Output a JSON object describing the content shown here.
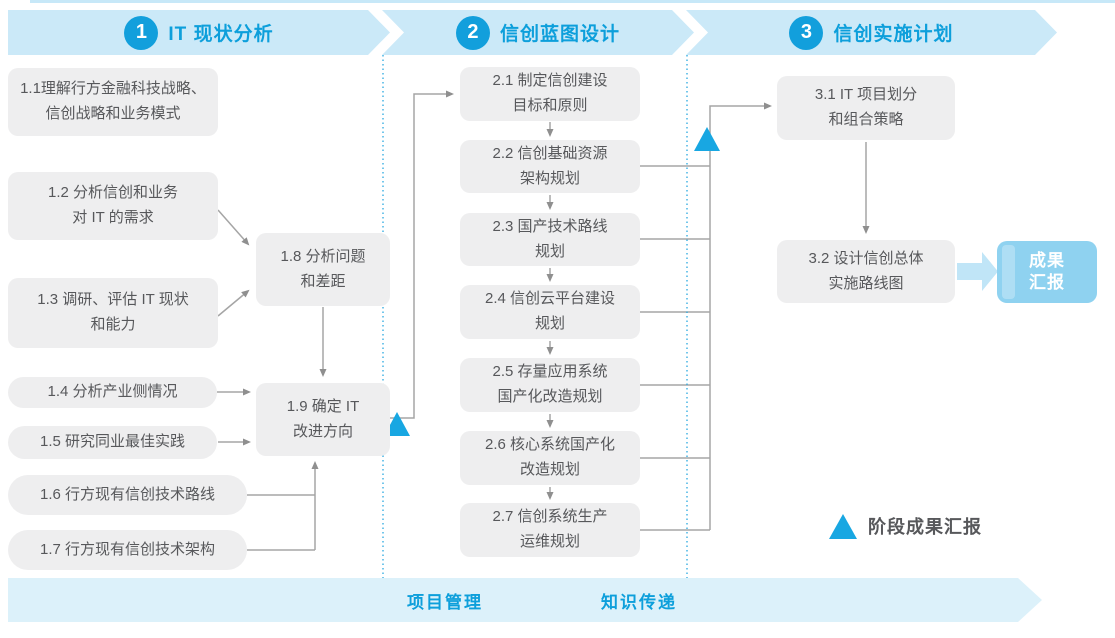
{
  "colors": {
    "accent_blue": "#129fdc",
    "header_band": "#cbe9f8",
    "step_box_gray": "#eeeeef",
    "connector_gray": "#a5a5a5",
    "milestone_triangle": "#18a7e2",
    "result_box_blue": "#8fd2f0",
    "footer_band_blue": "#dcf1fa",
    "text_gray": "#57585b"
  },
  "phases": [
    {
      "number": "1",
      "title": "IT 现状分析"
    },
    {
      "number": "2",
      "title": "信创蓝图设计"
    },
    {
      "number": "3",
      "title": "信创实施计划"
    }
  ],
  "steps": {
    "s1_1": "1.1理解行方金融科技战略、\n信创战略和业务模式",
    "s1_2": "1.2 分析信创和业务\n对 IT 的需求",
    "s1_3": "1.3 调研、评估 IT 现状\n和能力",
    "s1_4": "1.4 分析产业侧情况",
    "s1_5": "1.5 研究同业最佳实践",
    "s1_6": "1.6 行方现有信创技术路线",
    "s1_7": "1.7 行方现有信创技术架构",
    "s1_8": "1.8 分析问题\n和差距",
    "s1_9": "1.9 确定 IT\n改进方向",
    "s2_1": "2.1 制定信创建设\n目标和原则",
    "s2_2": "2.2 信创基础资源\n架构规划",
    "s2_3": "2.3 国产技术路线\n规划",
    "s2_4": "2.4 信创云平台建设\n规划",
    "s2_5": "2.5 存量应用系统\n国产化改造规划",
    "s2_6": "2.6 核心系统国产化\n改造规划",
    "s2_7": "2.7 信创系统生产\n运维规划",
    "s3_1": "3.1 IT 项目划分\n和组合策略",
    "s3_2": "3.2 设计信创总体\n实施路线图"
  },
  "result": {
    "label": "成果\n汇报"
  },
  "legend": {
    "label": "阶段成果汇报"
  },
  "footer": {
    "items": [
      "项目管理",
      "知识传递"
    ]
  }
}
